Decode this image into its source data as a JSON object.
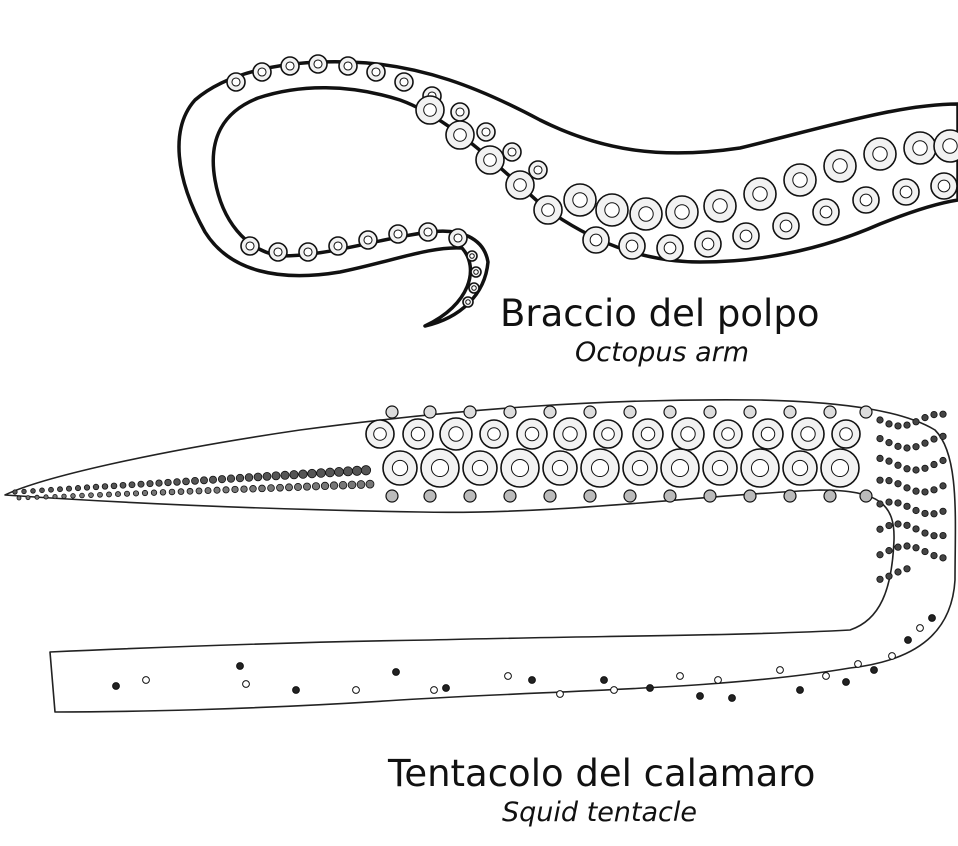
{
  "diagram": {
    "octopus": {
      "label": "Braccio del polpo",
      "sublabel": "Octopus arm",
      "icon": "octopus-arm-illustration"
    },
    "squid": {
      "label": "Tentacolo del calamaro",
      "sublabel": "Squid tentacle",
      "icon": "squid-tentacle-illustration"
    },
    "colors": {
      "ink": "#111111",
      "sucker_fill": "#f2f2f2",
      "background": "#ffffff"
    }
  }
}
